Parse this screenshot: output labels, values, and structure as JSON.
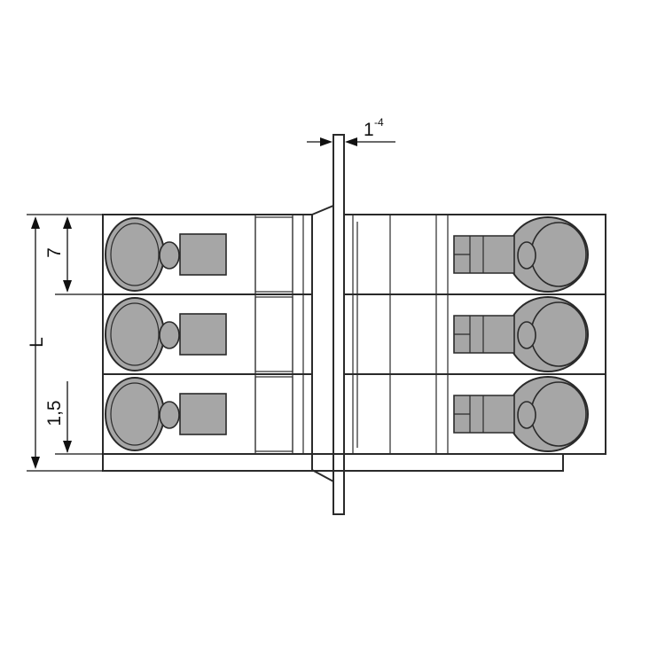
{
  "dimensions": {
    "pitch_label": "7",
    "length_label": "L",
    "offset_label": "1,5",
    "panel_label": "1",
    "panel_label_sup": "-4"
  },
  "colors": {
    "body_left": "#a9a9a9",
    "body_right": "#d9d9d9",
    "base_plate": "#b0b0b0",
    "clamp_fill": "#a6a6a6",
    "outline": "#2a2a2a"
  },
  "module_count": 3
}
